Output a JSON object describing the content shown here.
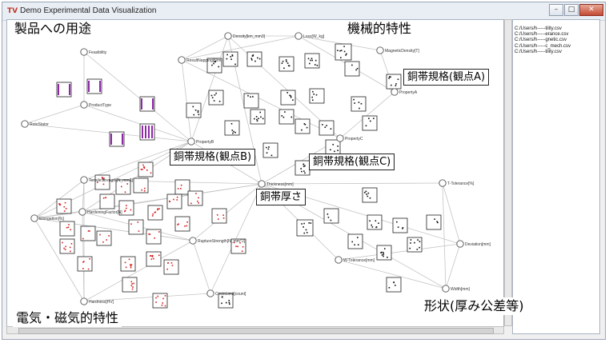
{
  "window": {
    "title": "Demo Experimental Data Visualization",
    "icon_label": "TV",
    "controls": [
      "–",
      "□",
      "✕"
    ]
  },
  "files": [
    "C:/Users/h-----tility.csv",
    "C:/Users/h-----erance.csv",
    "C:/Users/h-----gnetic.csv",
    "C:/Users/h-----c_mech.csv",
    "C:/Users/h-----tility.csv"
  ],
  "nodes": [
    {
      "id": "feasibility",
      "label": "Feasibility"
    },
    {
      "id": "producttype",
      "label": "ProductType"
    },
    {
      "id": "rotostator",
      "label": "RotoStator"
    },
    {
      "id": "density",
      "label": "Density[km_mm3]"
    },
    {
      "id": "loss",
      "label": "Loss[W_kg]"
    },
    {
      "id": "resultnapping",
      "label": "ResultNapping[N/m]"
    },
    {
      "id": "magneticdensity",
      "label": "MagneticDensity[T]"
    },
    {
      "id": "propertya",
      "label": "PropertyA"
    },
    {
      "id": "propertyb",
      "label": "PropertyB"
    },
    {
      "id": "propertyc",
      "label": "PropertyC"
    },
    {
      "id": "thickness",
      "label": "Thickness[mm]"
    },
    {
      "id": "ttolerance",
      "label": "T-Tolerance[%]"
    },
    {
      "id": "tensilestrength",
      "label": "TensileStrength[N_mm2]"
    },
    {
      "id": "elongation",
      "label": "Elongation[%]"
    },
    {
      "id": "hardeningfactor",
      "label": "HardeningFactor[N]"
    },
    {
      "id": "rupturestrength",
      "label": "RuptureStrength[N_mm^2]"
    },
    {
      "id": "deviation",
      "label": "Deviation[mm]"
    },
    {
      "id": "wtolerance",
      "label": "W-Tolerance[mm]"
    },
    {
      "id": "width",
      "label": "Width[mm]"
    },
    {
      "id": "hardness",
      "label": "Hardness[HV]"
    },
    {
      "id": "circlelimit",
      "label": "CircleLimit[count]"
    }
  ],
  "callouts": {
    "usage": "製品への用途",
    "mechanical": "機械的特性",
    "specA": "銅帯規格(観点A)",
    "specB": "銅帯規格(観点B)",
    "specC": "銅帯規格(観点C)",
    "thickness": "銅帯厚さ",
    "electrical": "電気・磁気的特性",
    "shape": "形状(厚み公差等)"
  },
  "colors": {
    "node_stroke": "#555555",
    "edge": "#c4c4c4",
    "purple": "#8e2aa8",
    "red": "#d62020",
    "dark": "#111111"
  },
  "icons": {
    "minimize": "minimize-icon",
    "maximize": "maximize-icon",
    "close": "close-icon"
  }
}
